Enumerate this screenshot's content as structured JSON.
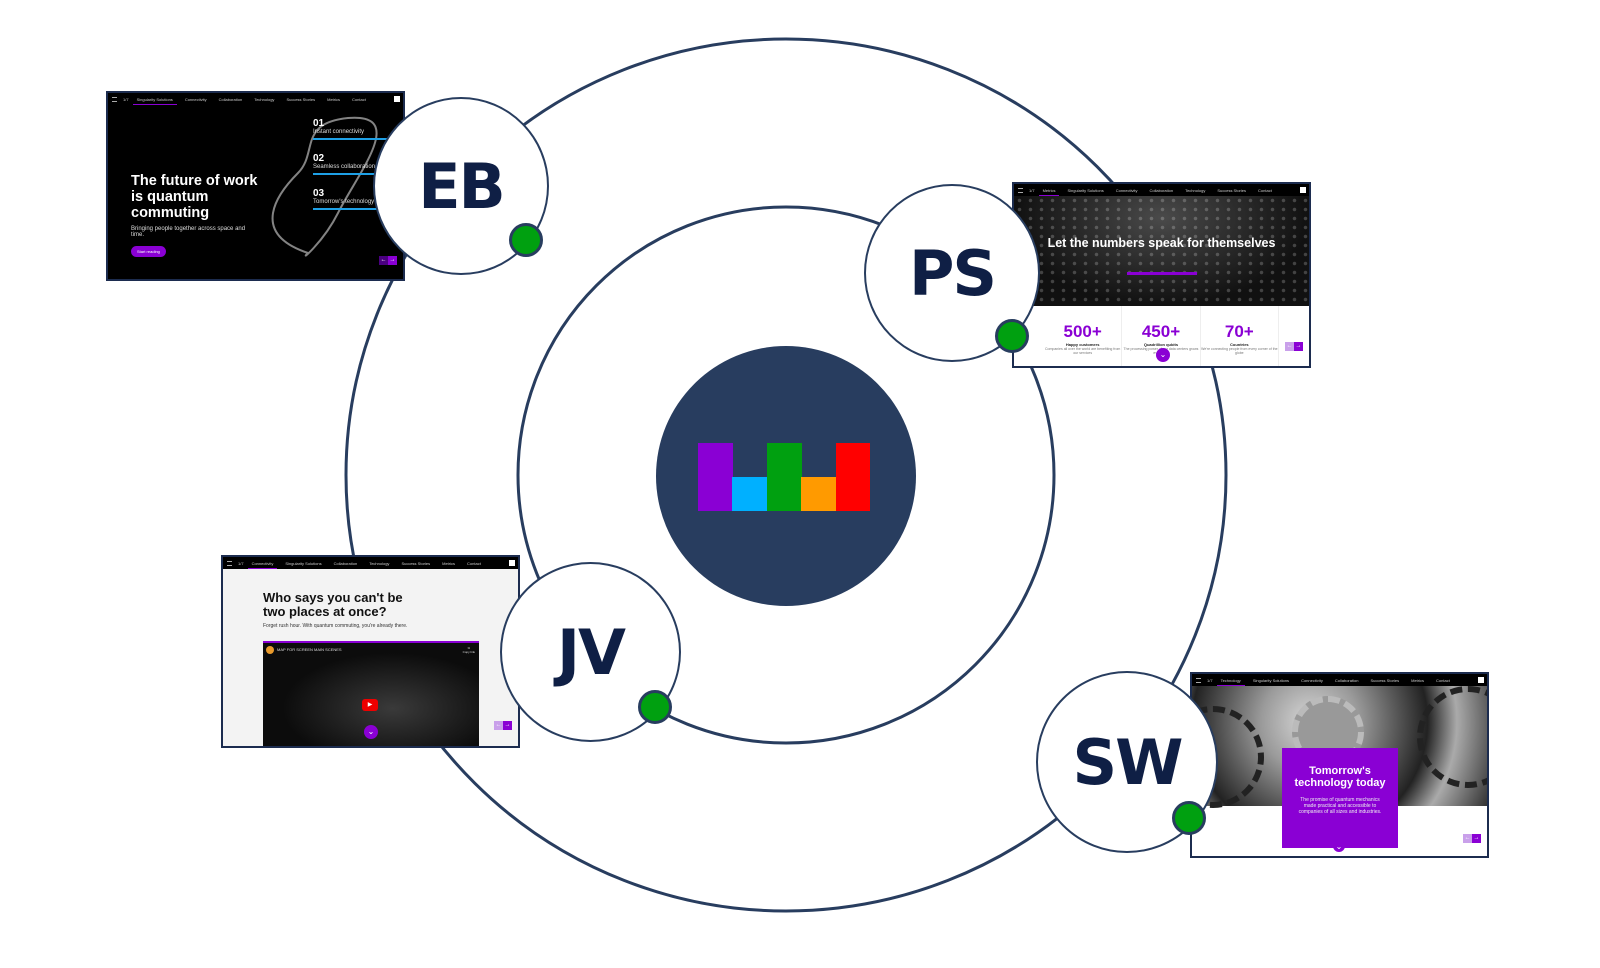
{
  "colors": {
    "ring": "#283d5f",
    "hub": "#283d5f",
    "initials": "#0f1f45",
    "status_online": "#00a010",
    "accent": "#8a00d4"
  },
  "hub": {
    "logo_bars": [
      {
        "color": "#8a00d4",
        "level": 1.0
      },
      {
        "color": "#00b0ff",
        "level": 0.5
      },
      {
        "color": "#00a010",
        "level": 1.0
      },
      {
        "color": "#ff9a00",
        "level": 0.5
      },
      {
        "color": "#ff0000",
        "level": 1.0
      }
    ]
  },
  "members": [
    {
      "initials": "EB",
      "status": "online"
    },
    {
      "initials": "PS",
      "status": "online"
    },
    {
      "initials": "JV",
      "status": "online"
    },
    {
      "initials": "SW",
      "status": "online"
    }
  ],
  "thumbnails": {
    "eb": {
      "page": "1/7",
      "nav": [
        "Singularity Solutions",
        "Connectivity",
        "Collaboration",
        "Technology",
        "Success Stories",
        "Metrics",
        "Contact"
      ],
      "title": "The future of work is quantum commuting",
      "subtitle": "Bringing people together across space and time.",
      "cta": "Start reading",
      "features": [
        {
          "num": "01",
          "label": "Instant connectivity"
        },
        {
          "num": "02",
          "label": "Seamless collaboration"
        },
        {
          "num": "03",
          "label": "Tomorrow's technology"
        }
      ]
    },
    "ps": {
      "page": "1/7",
      "nav": [
        "Metrics",
        "Singularity Solutions",
        "Connectivity",
        "Collaboration",
        "Technology",
        "Success Stories",
        "Contact"
      ],
      "title": "Let the numbers speak for themselves",
      "stats": [
        {
          "value": "500+",
          "label": "Happy customers",
          "desc": "Companies all over the world are benefiting from our services"
        },
        {
          "value": "450+",
          "label": "Quadrillion qubits",
          "desc": "The processing power of our data centers grows every day"
        },
        {
          "value": "70+",
          "label": "Countries",
          "desc": "We're connecting people from every corner of the globe"
        }
      ]
    },
    "jv": {
      "page": "1/7",
      "nav": [
        "Connectivity",
        "Singularity Solutions",
        "Collaboration",
        "Technology",
        "Success Stories",
        "Metrics",
        "Contact"
      ],
      "title": "Who says you can't be two places at once?",
      "subtitle": "Forget rush hour. With quantum commuting, you're already there.",
      "video_title": "MAP FOR SCREEN MAIN SCENES",
      "video_copy": "Copy link"
    },
    "sw": {
      "page": "1/7",
      "nav": [
        "Technology",
        "Singularity Solutions",
        "Connectivity",
        "Collaboration",
        "Success Stories",
        "Metrics",
        "Contact"
      ],
      "title": "Tomorrow's technology today",
      "desc": "The promise of quantum mechanics made practical and accessible to companies of all sizes and industries."
    }
  },
  "icons": {
    "prev": "←",
    "next": "→",
    "down": "⌄",
    "play": "▶",
    "copy": "⧉"
  }
}
